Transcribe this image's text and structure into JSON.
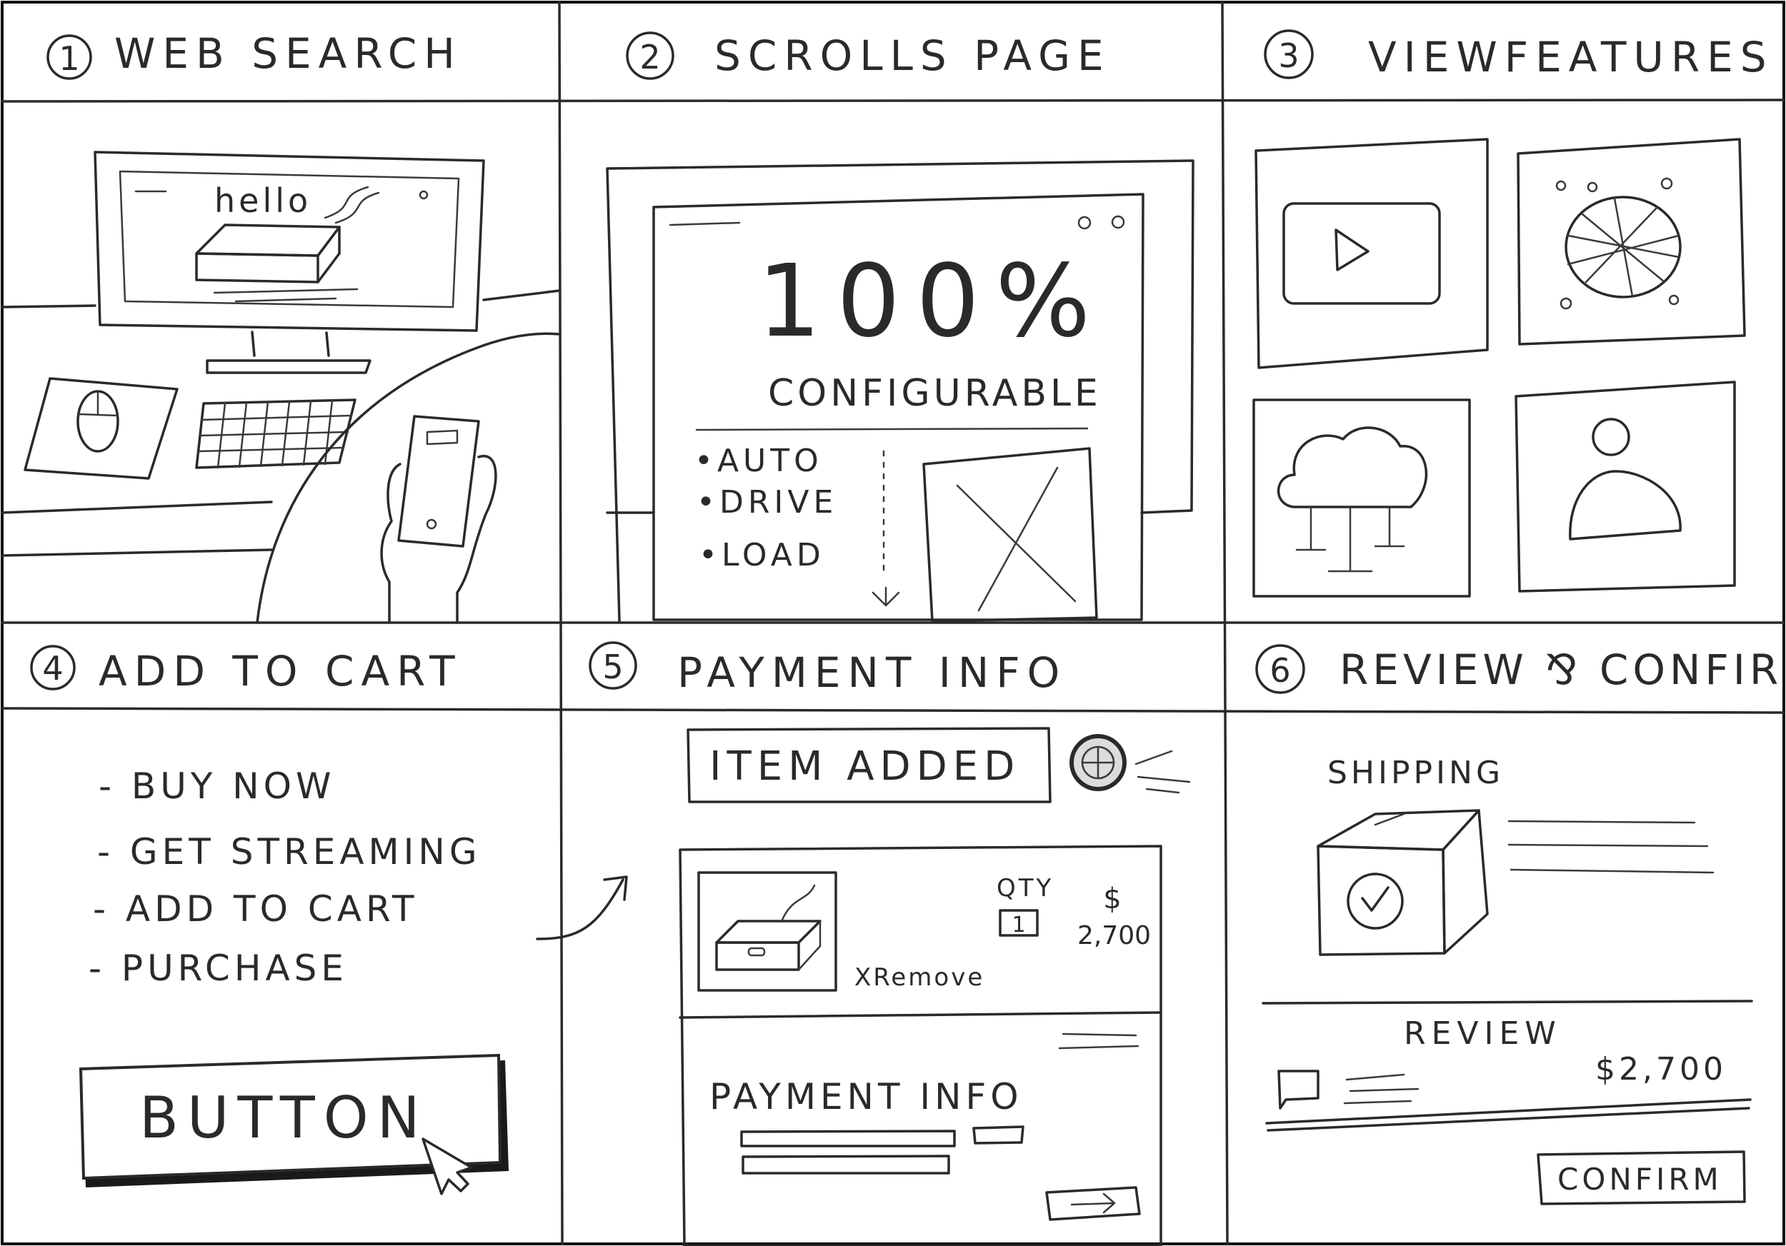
{
  "panels": [
    {
      "number": "1",
      "title": "WEB SEARCH"
    },
    {
      "number": "2",
      "title": "SCROLLS PAGE"
    },
    {
      "number": "3",
      "title": "VIEWFEATURES"
    },
    {
      "number": "4",
      "title": "ADD TO CART"
    },
    {
      "number": "5",
      "title": "PAYMENT INFO"
    },
    {
      "number": "6",
      "title": "REVIEW ⅋ CONFIRM"
    }
  ],
  "panel1": {
    "search_text": "hello"
  },
  "panel2": {
    "headline": "100%",
    "subheadline": "CONFIGURABLE",
    "features": [
      "•AUTO",
      "•DRIVE",
      "•LOAD"
    ]
  },
  "panel4": {
    "options": [
      "- BUY NOW",
      "- GET STREAMING",
      "- ADD TO CART",
      "- PURCHASE"
    ],
    "button_label": "BUTTON"
  },
  "panel5": {
    "item_added": "ITEM ADDED",
    "qty_label": "QTY",
    "qty_value": "1",
    "price_symbol": "$",
    "price": "2,700",
    "remove_label": "XRemove",
    "payment_heading": "PAYMENT INFO"
  },
  "panel6": {
    "shipping_label": "SHIPPING",
    "review_label": "REVIEW",
    "total": "$2,700",
    "confirm_label": "CONFIRM"
  },
  "colors": {
    "ink": "#2a2a2a",
    "paper": "#ffffff"
  }
}
